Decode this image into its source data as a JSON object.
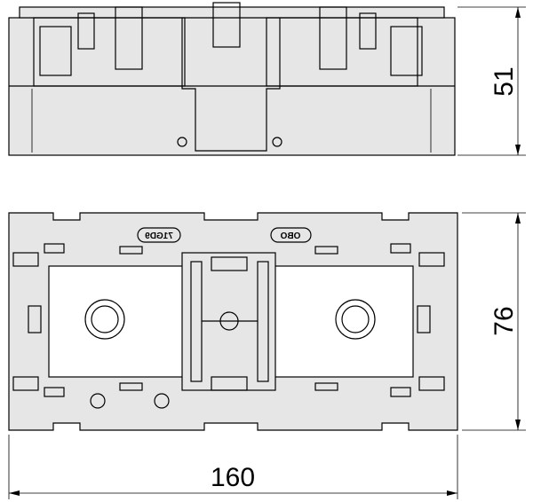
{
  "dimensions": {
    "height": "51",
    "depth": "76",
    "width": "160"
  },
  "labels": {
    "part_number": "71GD9",
    "brand": "OBO"
  },
  "colors": {
    "fill": "#e6e6e6",
    "line": "#000000"
  }
}
